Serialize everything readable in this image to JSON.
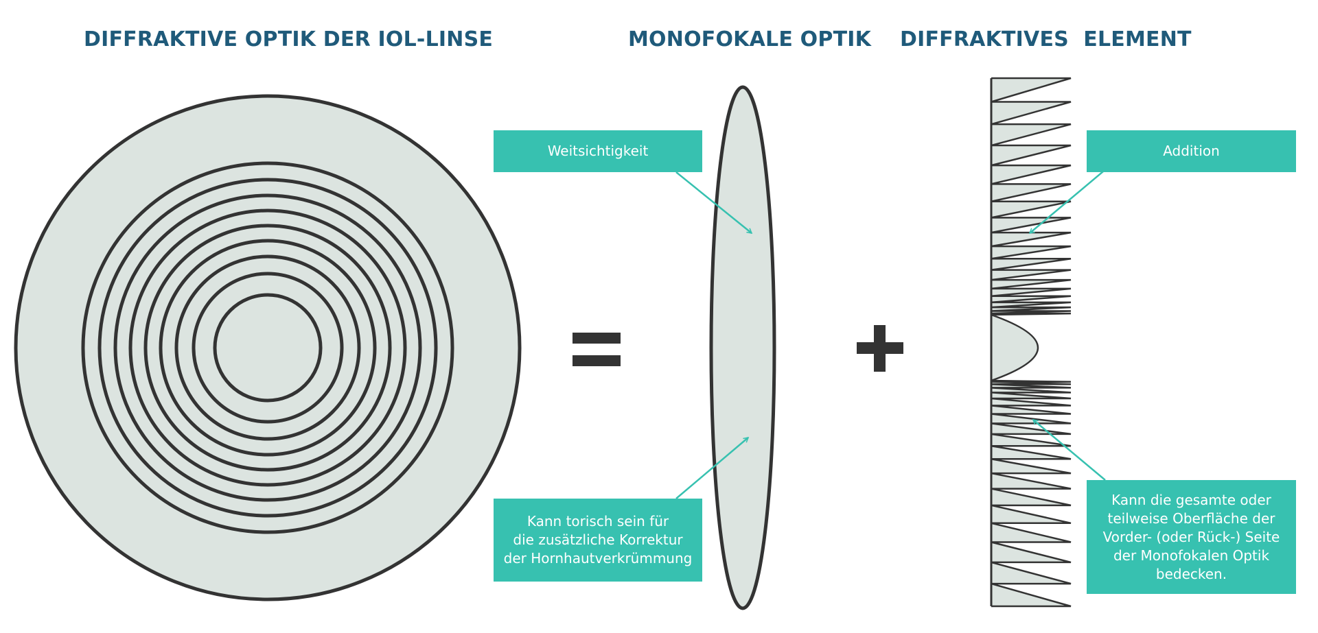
{
  "titles": {
    "iol": "DIFFRAKTIVE OPTIK DER IOL-LINSE",
    "mono": "MONOFOKALE OPTIK",
    "diff": "DIFFRAKTIVES  ELEMENT"
  },
  "operators": {
    "equals": "=",
    "plus": "+"
  },
  "callouts": {
    "weitsichtigkeit": "Weitsichtigkeit",
    "addition": "Addition",
    "torisch": [
      "Kann torisch sein für",
      "die zusätzliche Korrektur",
      "der Hornhautverkrümmung"
    ],
    "oberflaeche": [
      "Kann die gesamte oder",
      "teilweise Oberfläche der",
      "Vorder- (oder Rück-) Seite",
      "der Monofokalen Optik",
      "bedecken."
    ]
  },
  "colors": {
    "title": "#1f5a7a",
    "callout": "#37c1b0",
    "lens_fill": "#dce4e0",
    "stroke": "#333333",
    "operator": "#333333"
  }
}
